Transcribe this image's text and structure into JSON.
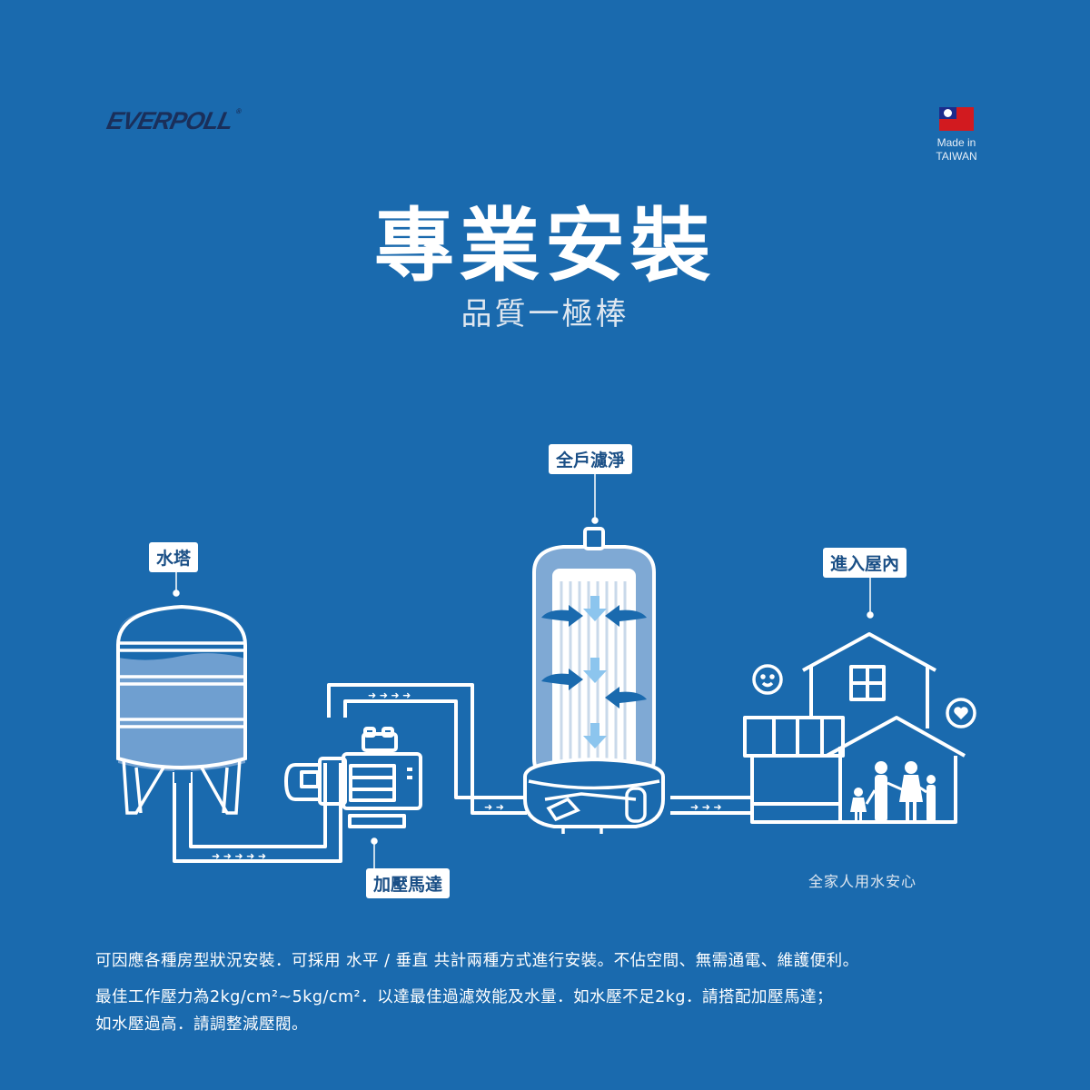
{
  "colors": {
    "background": "#1a6aae",
    "logo": "#1a2f5a",
    "tag_text": "#1a4f86",
    "water_fill": "#6f9fd0",
    "light_arrow": "#8cc5ee",
    "flag_red": "#d21a1f",
    "flag_blue": "#1c2c8c"
  },
  "header": {
    "brand": "EVERPOLL",
    "brand_mark": "®",
    "origin_line1": "Made in",
    "origin_line2": "TAIWAN",
    "flag_icon": "taiwan-flag-icon"
  },
  "hero": {
    "title": "專業安裝",
    "subtitle": "品質一極棒"
  },
  "diagram": {
    "labels": {
      "water_tower": "水塔",
      "booster_pump": "加壓馬達",
      "whole_house_filter": "全戶濾淨",
      "into_house": "進入屋內"
    },
    "caption": "全家人用水安心",
    "icons": [
      "water-tower-icon",
      "pump-motor-icon",
      "filter-canister-icon",
      "house-icon",
      "family-icon",
      "smiley-bubble-icon",
      "heart-bubble-icon",
      "flow-arrow-icon"
    ]
  },
  "description": {
    "line1": "可因應各種房型狀況安裝．可採用 水平 / 垂直 共計兩種方式進行安裝。不佔空間、無需通電、維護便利。",
    "line2": "最佳工作壓力為2kg/cm²~5kg/cm²．以達最佳過濾效能及水量．如水壓不足2kg．請搭配加壓馬達；",
    "line3": "如水壓過高．請調整減壓閥。"
  }
}
